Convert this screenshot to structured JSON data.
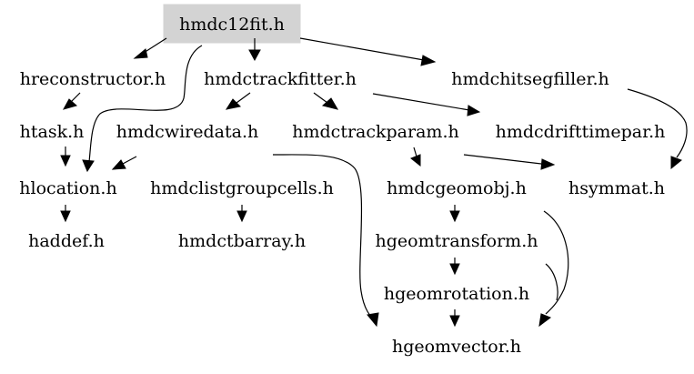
{
  "diagram": {
    "nodes": {
      "hmdc12fit": "hmdc12fit.h",
      "hreconstructor": "hreconstructor.h",
      "hmdctrackfitter": "hmdctrackfitter.h",
      "hmdchitsegfiller": "hmdchitsegfiller.h",
      "htask": "htask.h",
      "hmdcwiredata": "hmdcwiredata.h",
      "hmdctrackparam": "hmdctrackparam.h",
      "hmdcdrifttimepar": "hmdcdrifttimepar.h",
      "hlocation": "hlocation.h",
      "hmdclistgroupcells": "hmdclistgroupcells.h",
      "hmdcgeomobj": "hmdcgeomobj.h",
      "hsymmat": "hsymmat.h",
      "haddef": "haddef.h",
      "hmdctbarray": "hmdctbarray.h",
      "hgeomtransform": "hgeomtransform.h",
      "hgeomrotation": "hgeomrotation.h",
      "hgeomvector": "hgeomvector.h"
    },
    "root": "hmdc12fit",
    "colors": {
      "root_fill": "#d3d3d3",
      "line": "#000000",
      "background": "#ffffff"
    }
  }
}
